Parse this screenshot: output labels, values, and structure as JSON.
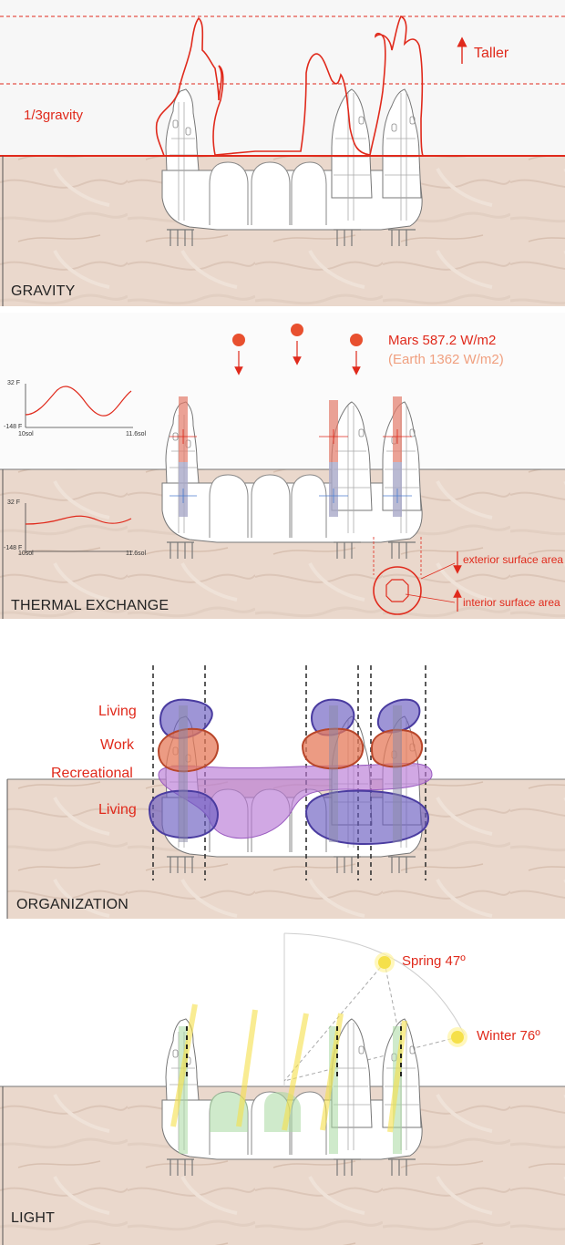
{
  "panels": {
    "gravity": {
      "title": "GRAVITY",
      "taller_label": "Taller",
      "gravity_label": "1/3gravity"
    },
    "thermal": {
      "title": "THERMAL EXCHANGE",
      "mars_label": "Mars 587.2 W/m2",
      "earth_label": "(Earth 1362 W/m2)",
      "graph_top": {
        "y_max": "32 F",
        "y_min": "-148 F",
        "x_start": "10sol",
        "x_end": "11.6sol"
      },
      "graph_bottom": {
        "y_max": "32 F",
        "y_min": "-148 F",
        "x_start": "10sol",
        "x_end": "11.6sol"
      },
      "exterior_label": "exterior surface area",
      "interior_label": "interior surface area"
    },
    "organization": {
      "title": "ORGANIZATION",
      "living_top": "Living",
      "work": "Work",
      "recreational": "Recreational",
      "living_bottom": "Living"
    },
    "light": {
      "title": "LIGHT",
      "spring_label": "Spring 47º",
      "winter_label": "Winter 76º"
    }
  },
  "colors": {
    "accent_red": "#e02a1c",
    "earth_orange": "#f0a080",
    "living_purple": "#6a5cc0",
    "work_orange": "#e67a5a",
    "recreational_violet": "#b97ad6",
    "sun_yellow": "#f5e04a",
    "ground": "#e9d9cf"
  }
}
